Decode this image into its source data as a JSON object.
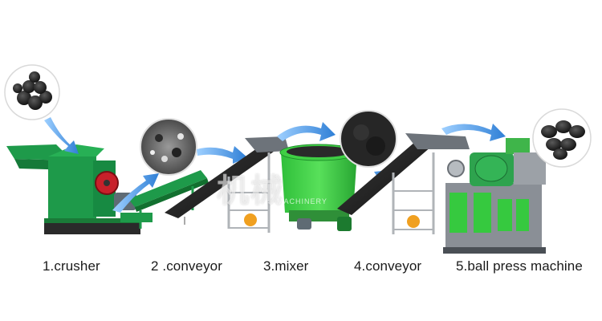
{
  "steps": [
    {
      "label": "1.crusher"
    },
    {
      "label": "2 .conveyor"
    },
    {
      "label": "3.mixer"
    },
    {
      "label": "4.conveyor"
    },
    {
      "label": "5.ball press machine"
    }
  ],
  "watermark": {
    "text": "机械",
    "sub": "MACHINERY"
  },
  "colors": {
    "machine_green": "#1e9a4a",
    "bright_green": "#36c93f",
    "arrow_blue": "#2f7fd6",
    "steel_grey": "#8a8f96",
    "coal_black": "#1c1c1c"
  },
  "icons": [
    "coal-lumps-icon",
    "crushed-material-icon",
    "powder-icon",
    "briquette-balls-icon",
    "flow-arrow-icon"
  ]
}
